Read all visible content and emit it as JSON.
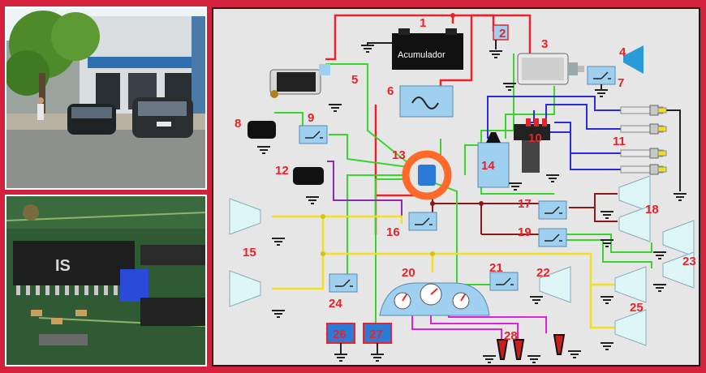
{
  "photos": {
    "street": {
      "description_icon": "garage-street-photo"
    },
    "chip": {
      "description_icon": "ecu-chip-photo"
    }
  },
  "diagram": {
    "battery_label": "Acumulador",
    "numbers": [
      "1",
      "2",
      "3",
      "4",
      "5",
      "6",
      "7",
      "8",
      "9",
      "10",
      "11",
      "12",
      "13",
      "14",
      "15",
      "16",
      "17",
      "18",
      "19",
      "20",
      "21",
      "22",
      "23",
      "24",
      "25",
      "26",
      "27",
      "28"
    ],
    "colors": {
      "power": "#e8232a",
      "ignition": "#2b2be0",
      "sensor": "#39d42c",
      "lights": "#f0e020",
      "ground": "#8a1a1a",
      "instrument": "#e020e0",
      "relay": "#9fd0f0",
      "accent": "#ff6a2a"
    }
  }
}
